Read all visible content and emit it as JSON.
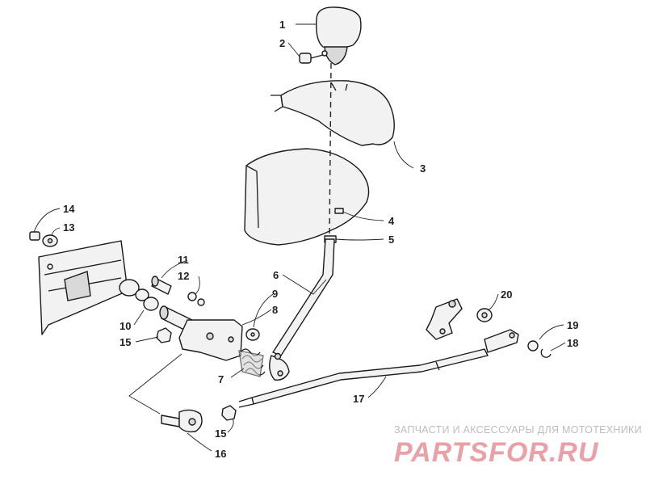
{
  "callouts": {
    "c1": "1",
    "c2": "2",
    "c3": "3",
    "c4": "4",
    "c5": "5",
    "c6": "6",
    "c9": "9",
    "c8": "8",
    "c7": "7",
    "c11": "11",
    "c12": "12",
    "c10": "10",
    "c15a": "15",
    "c14": "14",
    "c13": "13",
    "c20": "20",
    "c19": "19",
    "c18": "18",
    "c17": "17",
    "c15b": "15",
    "c16": "16"
  },
  "watermark": {
    "tagline": "ЗАПЧАСТИ И АКСЕССУАРЫ ДЛЯ МОТОТЕХНИКИ",
    "logo": "PARTSFOR.RU"
  },
  "colors": {
    "line": "#1a1a1a",
    "watermark_logo": "#e9a0a6",
    "watermark_text": "#bdbdbd"
  }
}
